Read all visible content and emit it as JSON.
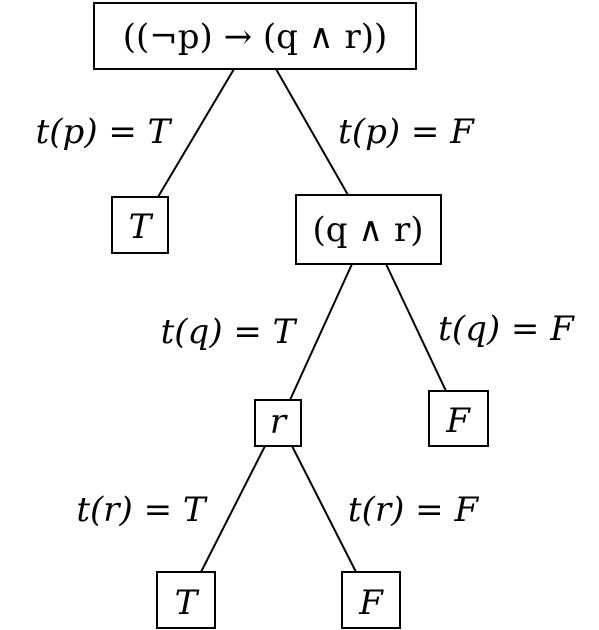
{
  "tree": {
    "root": {
      "label": "((¬p) → (q ∧ r))"
    },
    "nodes": {
      "leaf_p_true": {
        "label": "T"
      },
      "q_and_r": {
        "label": "(q ∧ r)"
      },
      "r": {
        "label": "r"
      },
      "leaf_q_false": {
        "label": "F"
      },
      "leaf_r_true": {
        "label": "T"
      },
      "leaf_r_false": {
        "label": "F"
      }
    },
    "edges": {
      "p_true": {
        "label": "t(p) = T"
      },
      "p_false": {
        "label": "t(p) = F"
      },
      "q_true": {
        "label": "t(q) = T"
      },
      "q_false": {
        "label": "t(q) = F"
      },
      "r_true": {
        "label": "t(r) = T"
      },
      "r_false": {
        "label": "t(r) = F"
      }
    }
  }
}
